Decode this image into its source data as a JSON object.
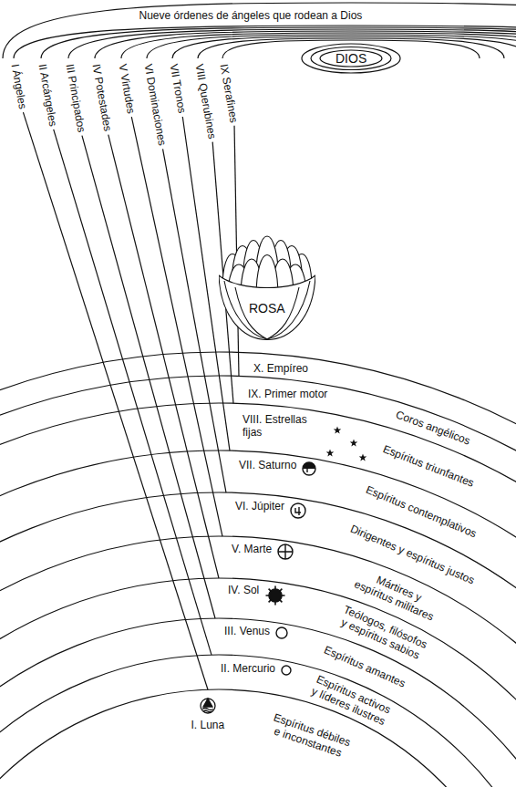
{
  "diagram": {
    "nodes": [
      {
        "text": [
          "DIOS"
        ]
      },
      {
        "text": [
          "I Ángeles"
        ]
      },
      {
        "text": [
          "II Arcángeles"
        ]
      },
      {
        "text": [
          "III Principados"
        ]
      },
      {
        "text": [
          "IV Potestades"
        ]
      },
      {
        "text": [
          "V Virtudes"
        ]
      },
      {
        "text": [
          "VI Dominaciones"
        ]
      },
      {
        "text": [
          "VII Tronos"
        ]
      },
      {
        "text": [
          "VIII Querubines"
        ]
      },
      {
        "text": [
          "IX Serafines"
        ]
      },
      {
        "text": [
          "ROSA"
        ]
      },
      {
        "text": [
          "X. Empíreo"
        ]
      },
      {
        "text": [
          "IX. Primer motor",
          "Coros angélicos"
        ]
      },
      {
        "text": [
          "VIII. Estrellas fijas",
          "Espíritus triunfantes"
        ]
      },
      {
        "text": [
          "VII. Saturno",
          "Espíritus contemplativos"
        ]
      },
      {
        "text": [
          "VI. Júpiter",
          "Dirigentes y espíritus justos"
        ]
      },
      {
        "text": [
          "V. Marte",
          "Mártires y espíritus militares"
        ]
      },
      {
        "text": [
          "IV. Sol",
          "Teólogos, filósofos y espíritus sabios"
        ]
      },
      {
        "text": [
          "III. Venus",
          "Espíritus amantes"
        ]
      },
      {
        "text": [
          "II. Mercurio",
          "Espíritus activos y líderes ilustres"
        ]
      },
      {
        "text": [
          "I. Luna",
          "Espíritus débiles e inconstantes"
        ]
      }
    ],
    "edges": [
      {
        "from": 1,
        "to": 20,
        "arrow": "none"
      },
      {
        "from": 2,
        "to": 19,
        "arrow": "none"
      },
      {
        "from": 3,
        "to": 18,
        "arrow": "none"
      },
      {
        "from": 4,
        "to": 17,
        "arrow": "none"
      },
      {
        "from": 5,
        "to": 16,
        "arrow": "none"
      },
      {
        "from": 6,
        "to": 15,
        "arrow": "none"
      },
      {
        "from": 7,
        "to": 14,
        "arrow": "none"
      },
      {
        "from": 8,
        "to": 13,
        "arrow": "none"
      },
      {
        "from": 9,
        "to": 12,
        "arrow": "none"
      }
    ],
    "labels": [
      "Nueve órdenes de ángeles que rodean a Dios"
    ]
  }
}
